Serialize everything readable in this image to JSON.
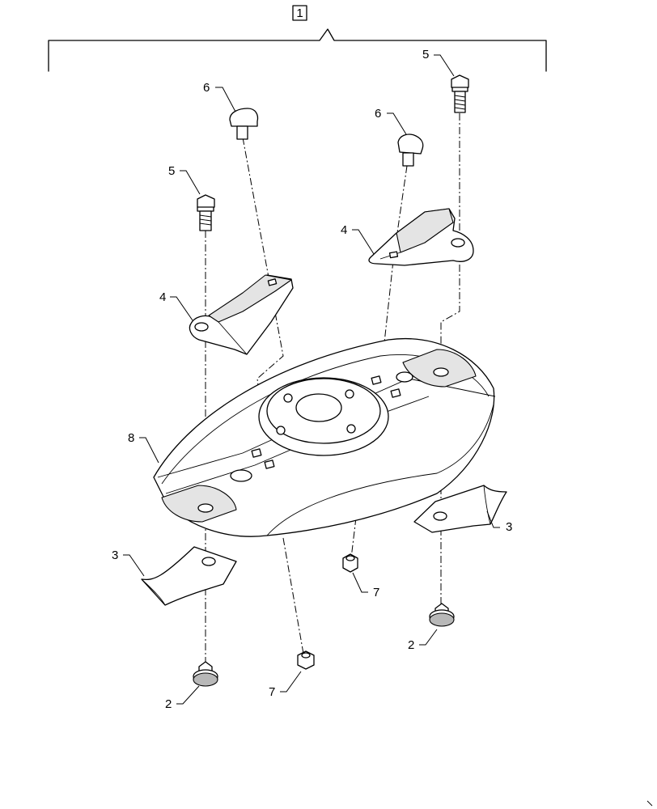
{
  "assembly": {
    "label": "1"
  },
  "callouts": [
    {
      "id": "callout-5-right",
      "text": "5"
    },
    {
      "id": "callout-6-left",
      "text": "6"
    },
    {
      "id": "callout-6-right",
      "text": "6"
    },
    {
      "id": "callout-5-left",
      "text": "5"
    },
    {
      "id": "callout-4-right",
      "text": "4"
    },
    {
      "id": "callout-4-left",
      "text": "4"
    },
    {
      "id": "callout-8",
      "text": "8"
    },
    {
      "id": "callout-3-right",
      "text": "3"
    },
    {
      "id": "callout-3-left",
      "text": "3"
    },
    {
      "id": "callout-7-center",
      "text": "7"
    },
    {
      "id": "callout-2-right",
      "text": "2"
    },
    {
      "id": "callout-7-bottom",
      "text": "7"
    },
    {
      "id": "callout-2-left",
      "text": "2"
    }
  ]
}
